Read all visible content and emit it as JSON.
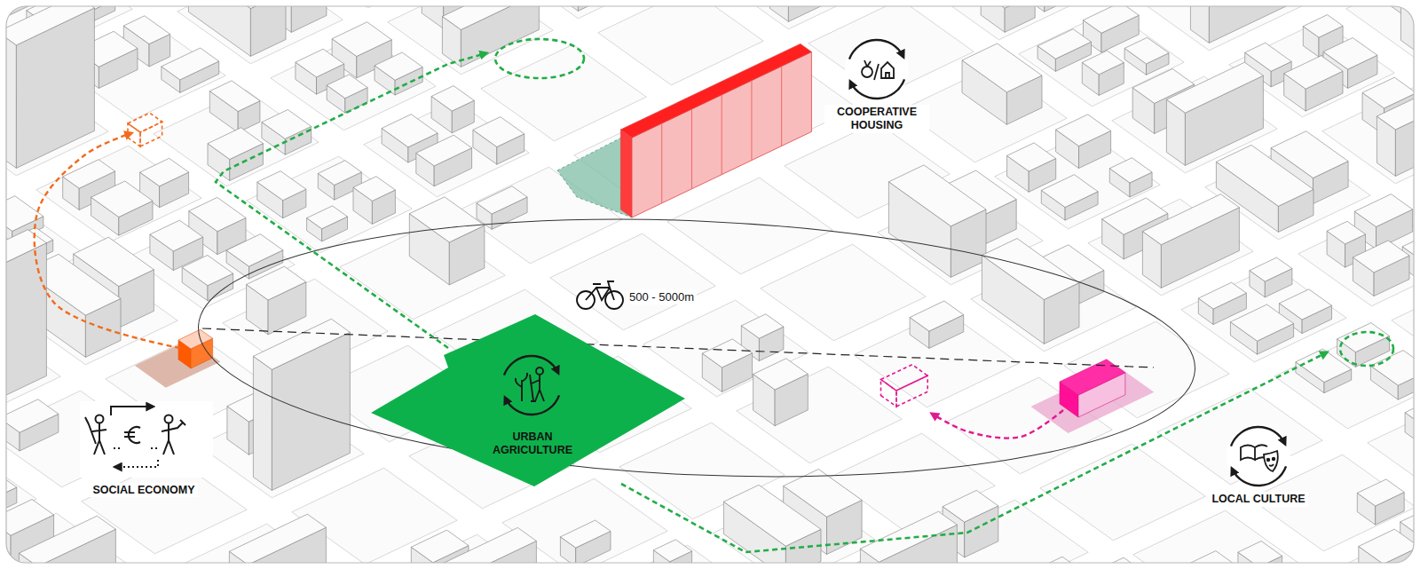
{
  "diagram": {
    "nodes": [
      {
        "text": [
          "COOPERATIVE HOUSING"
        ]
      },
      {
        "text": [
          "URBAN AGRICULTURE"
        ]
      },
      {
        "text": [
          "LOCAL CULTURE"
        ]
      }
    ],
    "labels": [
      "500 - 5000m",
      "SOCIAL ECONOMY"
    ]
  }
}
